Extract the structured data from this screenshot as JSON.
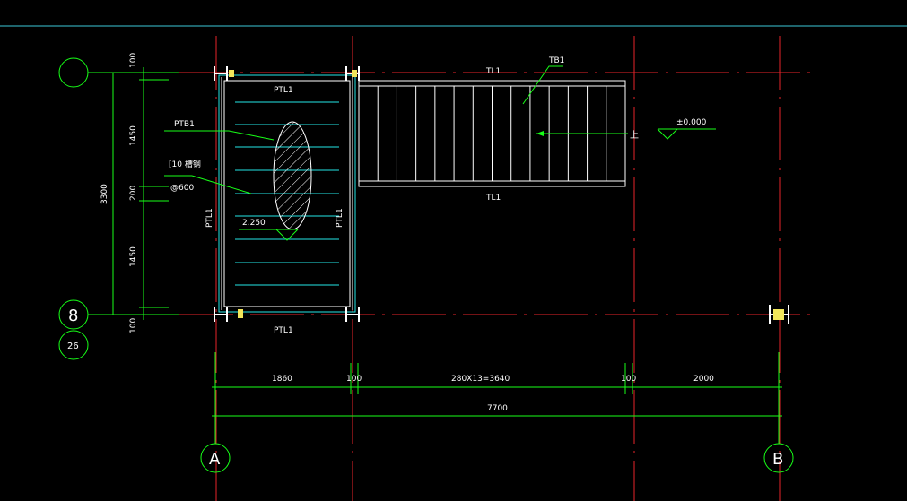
{
  "drawing": {
    "axis_labels": {
      "a": "A",
      "b": "B",
      "row_top": "",
      "row_bottom": "8",
      "row_bottom_sub": "26"
    },
    "labels": {
      "ptl1_top": "PTL1",
      "ptl1_bottom": "PTL1",
      "ptl1_left": "PTL1",
      "ptl1_right": "PTL1",
      "tl1_top": "TL1",
      "tl1_bottom": "TL1",
      "tb1": "TB1",
      "ptb1": "PTB1",
      "steel_spec": "[10  槽钢",
      "spacing": "@600",
      "elev_landing": "2.250",
      "elev_ground": "±0.000",
      "up_mark": "上"
    },
    "dims_vertical": {
      "total": "3300",
      "top": "100",
      "upper": "1450",
      "mid": "200",
      "lower": "1450",
      "bottom": "100"
    },
    "dims_horizontal": {
      "d1": "1860",
      "d2": "100",
      "d3": "280X13=3640",
      "d4": "100",
      "d5": "2000",
      "total": "7700"
    },
    "colors": {
      "background": "#000000",
      "axis_red": "#e8232a",
      "dim_green": "#17ff17",
      "cyan": "#24e6e6",
      "white": "#ffffff",
      "frame_line": "#3cc8d8"
    }
  }
}
